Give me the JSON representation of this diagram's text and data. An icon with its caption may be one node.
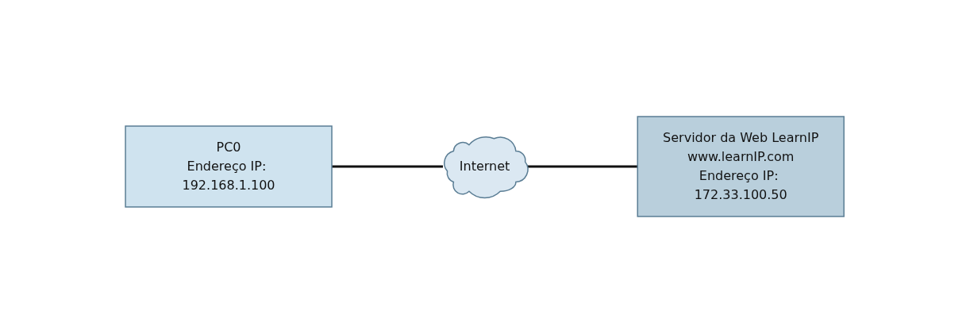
{
  "diagram": {
    "nodes": [
      {
        "text": [
          "PC0",
          "Endereço IP: 192.168.1.100"
        ]
      },
      {
        "text": [
          "Internet"
        ]
      },
      {
        "text": [
          "Servidor da Web LearnIP",
          "www.learnIP.com",
          "Endereço IP: 172.33.100.50"
        ]
      }
    ],
    "edges": [
      {
        "from": 0,
        "to": 1,
        "arrow": "none"
      },
      {
        "from": 1,
        "to": 2,
        "arrow": "none"
      }
    ]
  }
}
